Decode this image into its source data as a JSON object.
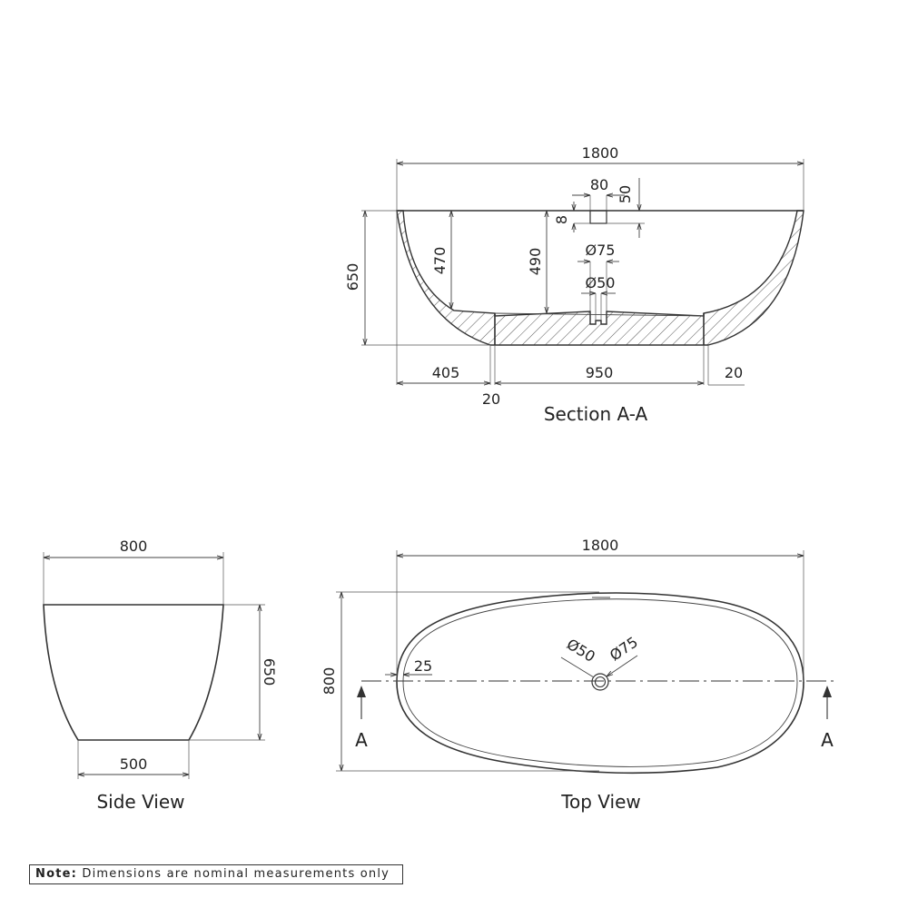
{
  "section_view": {
    "title": "Section A-A",
    "dims": {
      "overall_length": "1800",
      "waste_width": "80",
      "waste_height": "50",
      "lip": "8",
      "waste_dia_outer": "Ø75",
      "waste_dia_inner": "Ø50",
      "depth_left": "470",
      "depth_center": "490",
      "overall_height": "650",
      "left_offset": "405",
      "base_length": "950",
      "right_gap": "20",
      "left_gap": "20"
    }
  },
  "side_view": {
    "title": "Side View",
    "dims": {
      "width": "800",
      "height": "650",
      "base_width": "500"
    }
  },
  "top_view": {
    "title": "Top View",
    "dims": {
      "length": "1800",
      "width": "800",
      "rim": "25",
      "waste_inner": "Ø50",
      "waste_outer": "Ø75"
    },
    "section_label_left": "A",
    "section_label_right": "A"
  },
  "note": {
    "label": "Note:",
    "text": " Dimensions are nominal measurements only"
  }
}
